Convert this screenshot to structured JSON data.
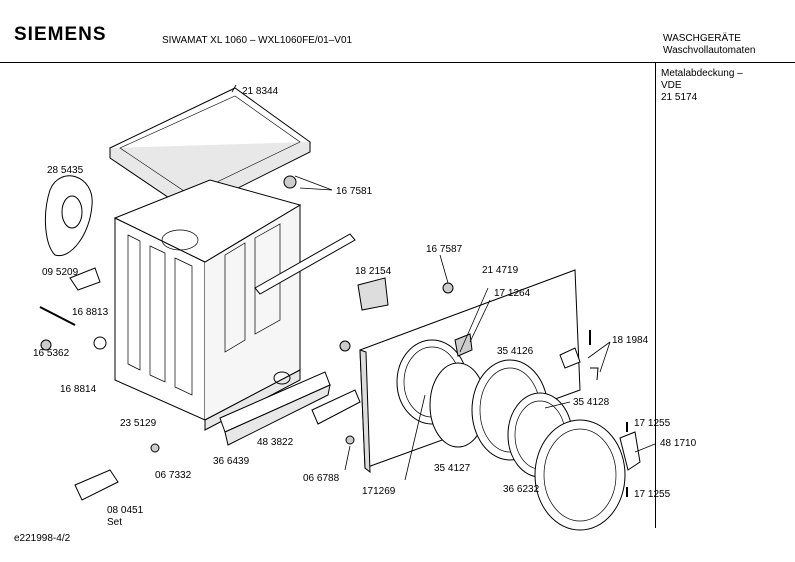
{
  "header": {
    "brand": "SIEMENS",
    "model": "SIWAMAT XL 1060 – WXL1060FE/01–V01",
    "category": "WASCHGERÄTE",
    "subcategory": "Waschvollautomaten"
  },
  "side_note": {
    "line1": "Metalabdeckung –",
    "line2": "VDE",
    "line3": "21 5174"
  },
  "parts": [
    {
      "id": "p1",
      "label": "21 8344"
    },
    {
      "id": "p2",
      "label": "28 5435"
    },
    {
      "id": "p3",
      "label": "16 7581"
    },
    {
      "id": "p4",
      "label": "09 5209"
    },
    {
      "id": "p5",
      "label": "16 8813"
    },
    {
      "id": "p6",
      "label": "16 5362"
    },
    {
      "id": "p7",
      "label": "16 8814"
    },
    {
      "id": "p8",
      "label": "23 5129"
    },
    {
      "id": "p9",
      "label": "06 7332"
    },
    {
      "id": "p10",
      "label": "36 6439"
    },
    {
      "id": "p11",
      "label": "48 3822"
    },
    {
      "id": "p12",
      "label": "06 6788"
    },
    {
      "id": "p13",
      "label": "16 7587"
    },
    {
      "id": "p14",
      "label": "18 2154"
    },
    {
      "id": "p15",
      "label": "21 4719"
    },
    {
      "id": "p16",
      "label": "17 1264"
    },
    {
      "id": "p17",
      "label": "35 4126"
    },
    {
      "id": "p18",
      "label": "35 4128"
    },
    {
      "id": "p19",
      "label": "35 4127"
    },
    {
      "id": "p20",
      "label": "171269"
    },
    {
      "id": "p21",
      "label": "36 6232"
    },
    {
      "id": "p22",
      "label": "18 1984"
    },
    {
      "id": "p23",
      "label": "17 1255"
    },
    {
      "id": "p24",
      "label": "48 1710"
    },
    {
      "id": "p25",
      "label": "17 1255"
    },
    {
      "id": "p26",
      "label": "08 0451"
    },
    {
      "id": "p27",
      "label": "Set"
    }
  ],
  "footer": {
    "code": "e221998-4/2"
  }
}
